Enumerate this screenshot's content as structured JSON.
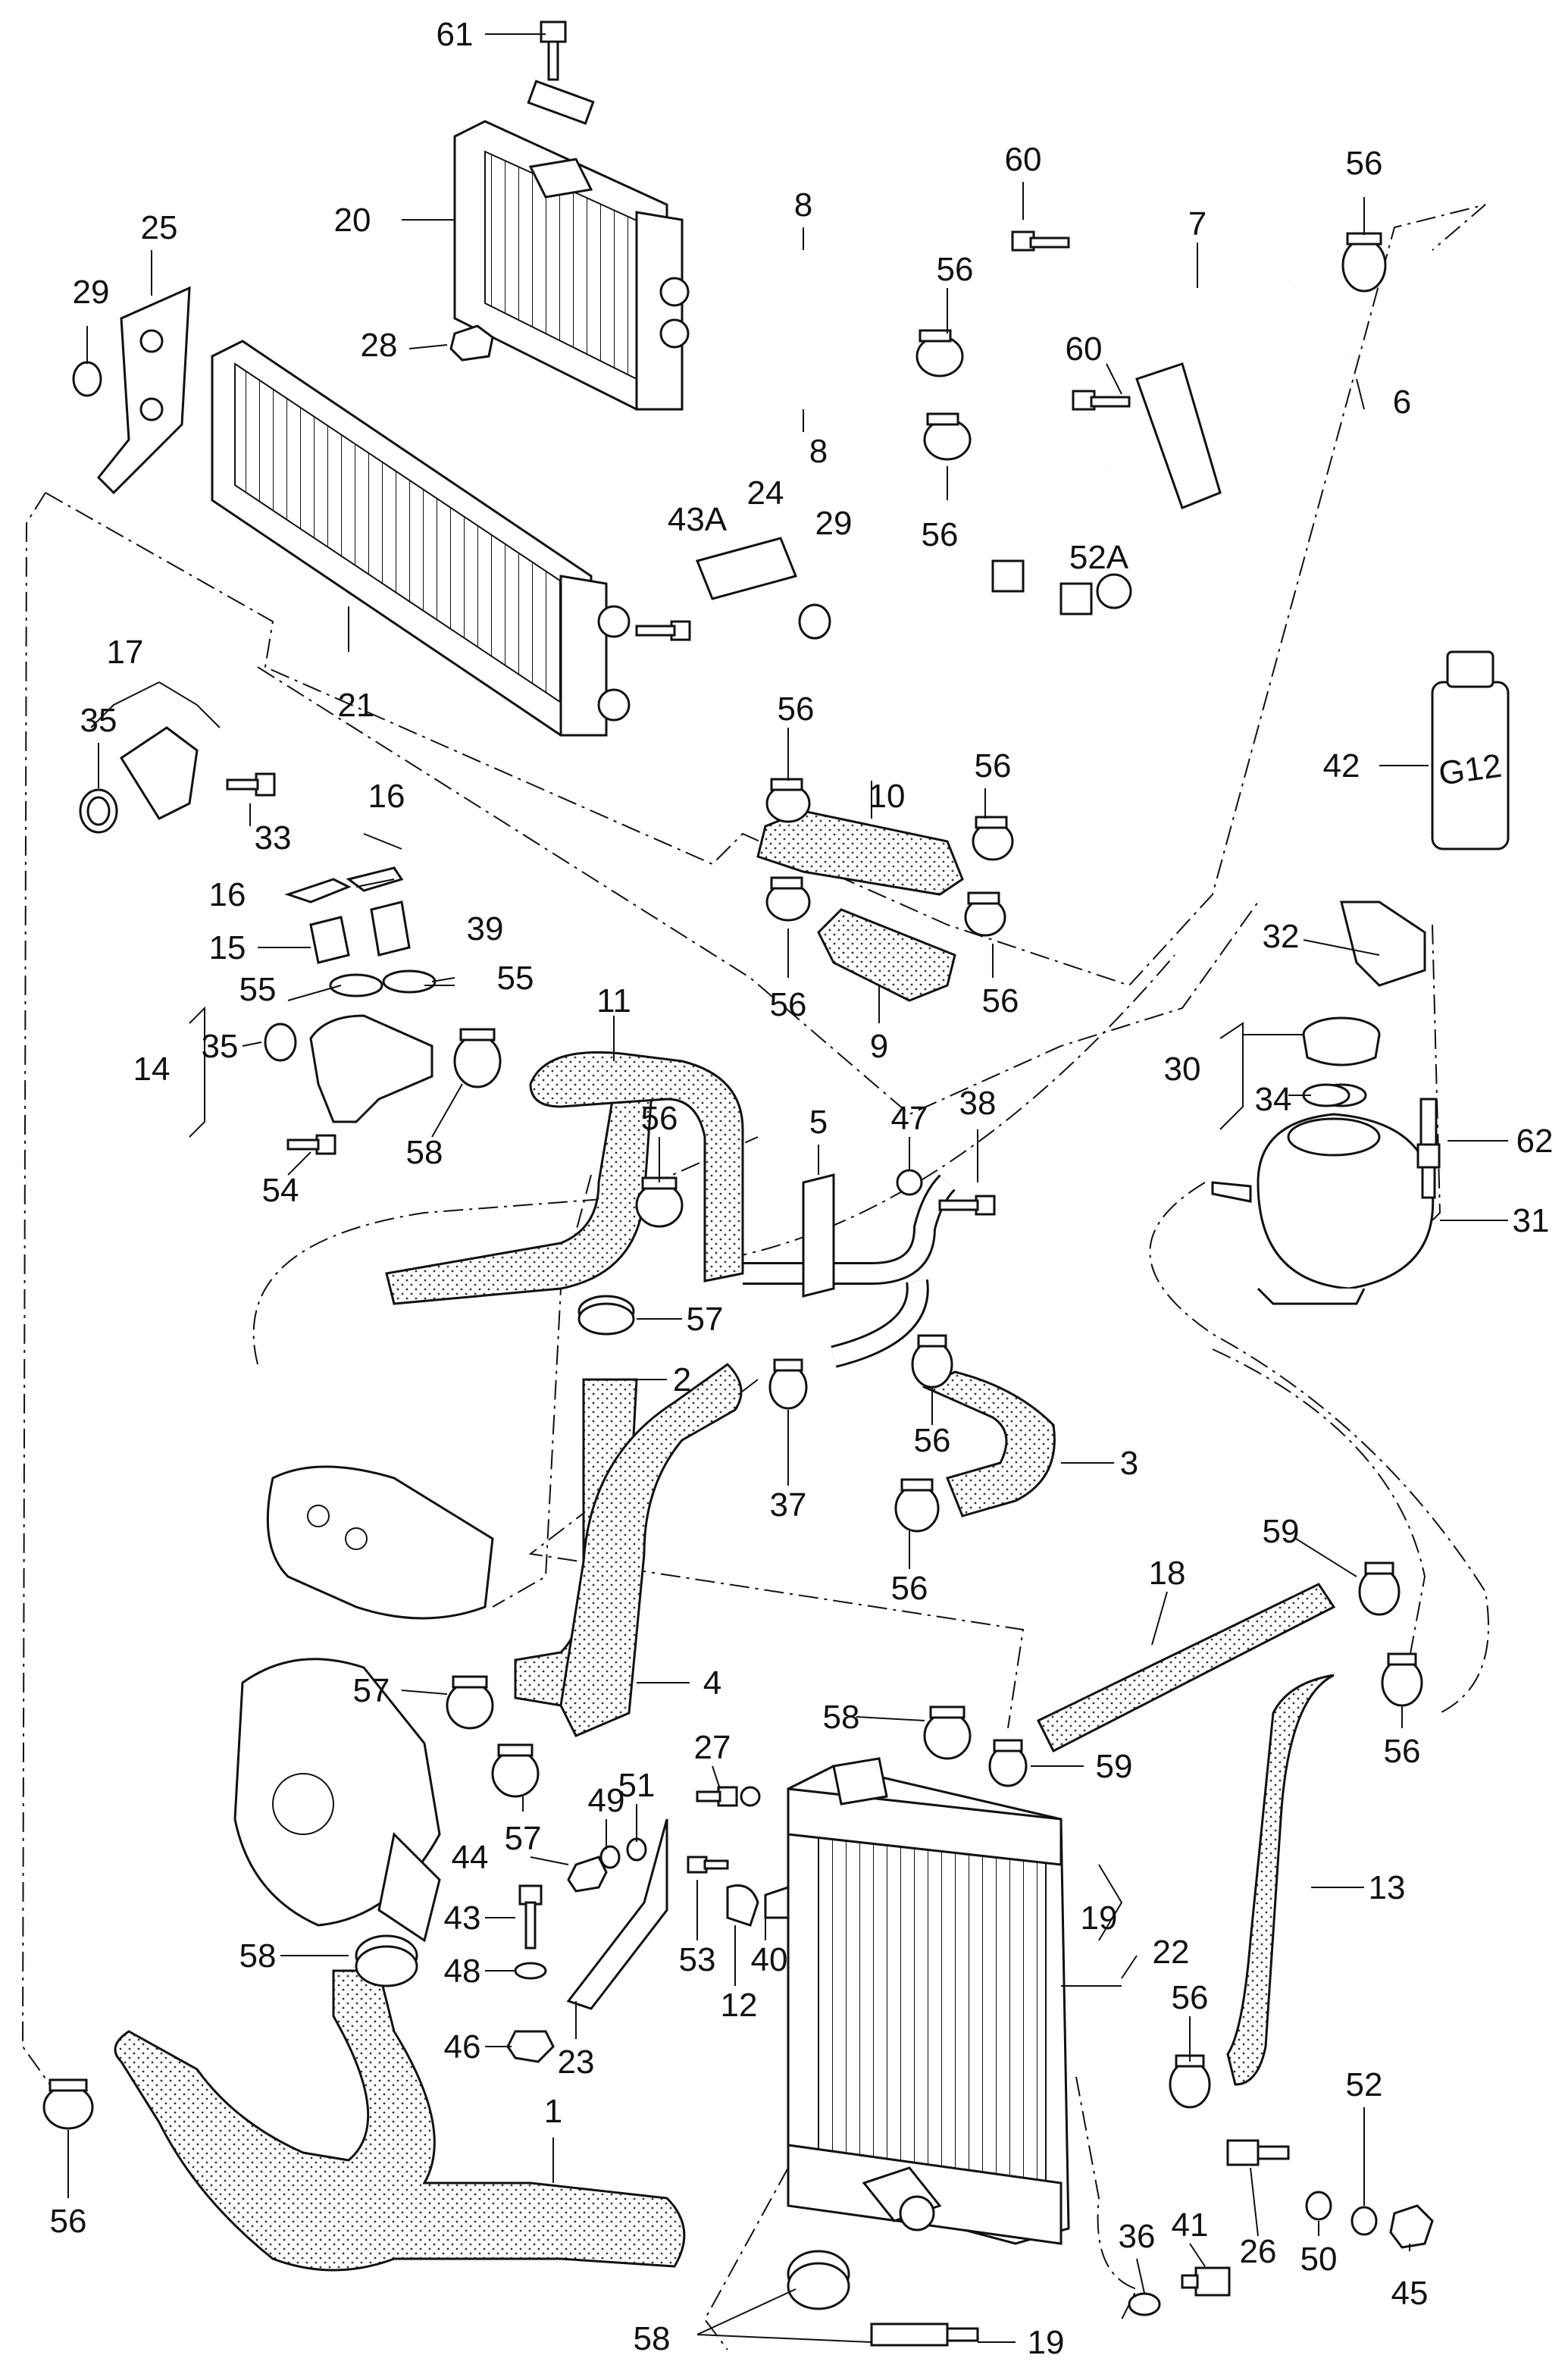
{
  "diagram": {
    "callouts": [
      {
        "id": "c61",
        "label": "61"
      },
      {
        "id": "c20",
        "label": "20"
      },
      {
        "id": "c8a",
        "label": "8"
      },
      {
        "id": "c8b",
        "label": "8"
      },
      {
        "id": "c60a",
        "label": "60"
      },
      {
        "id": "c60b",
        "label": "60"
      },
      {
        "id": "c7",
        "label": "7"
      },
      {
        "id": "c56a",
        "label": "56"
      },
      {
        "id": "c25",
        "label": "25"
      },
      {
        "id": "c29a",
        "label": "29"
      },
      {
        "id": "c28",
        "label": "28"
      },
      {
        "id": "c56b",
        "label": "56"
      },
      {
        "id": "c6",
        "label": "6"
      },
      {
        "id": "c56c",
        "label": "56"
      },
      {
        "id": "c43A",
        "label": "43A"
      },
      {
        "id": "c24",
        "label": "24"
      },
      {
        "id": "c29b",
        "label": "29"
      },
      {
        "id": "c52A",
        "label": "52A"
      },
      {
        "id": "c17",
        "label": "17"
      },
      {
        "id": "c21",
        "label": "21"
      },
      {
        "id": "c35a",
        "label": "35"
      },
      {
        "id": "c33",
        "label": "33"
      },
      {
        "id": "c42",
        "label": "42"
      },
      {
        "id": "c56d",
        "label": "56"
      },
      {
        "id": "c56e",
        "label": "56"
      },
      {
        "id": "c10",
        "label": "10"
      },
      {
        "id": "c16a",
        "label": "16"
      },
      {
        "id": "c16b",
        "label": "16"
      },
      {
        "id": "c15",
        "label": "15"
      },
      {
        "id": "c39",
        "label": "39"
      },
      {
        "id": "c55a",
        "label": "55"
      },
      {
        "id": "c55b",
        "label": "55"
      },
      {
        "id": "c56f",
        "label": "56"
      },
      {
        "id": "c56g",
        "label": "56"
      },
      {
        "id": "c9",
        "label": "9"
      },
      {
        "id": "c32",
        "label": "32"
      },
      {
        "id": "c11",
        "label": "11"
      },
      {
        "id": "c14",
        "label": "14"
      },
      {
        "id": "c35b",
        "label": "35"
      },
      {
        "id": "c58a",
        "label": "58"
      },
      {
        "id": "c54",
        "label": "54"
      },
      {
        "id": "c30",
        "label": "30"
      },
      {
        "id": "c34",
        "label": "34"
      },
      {
        "id": "c62",
        "label": "62"
      },
      {
        "id": "c5",
        "label": "5"
      },
      {
        "id": "c47",
        "label": "47"
      },
      {
        "id": "c38",
        "label": "38"
      },
      {
        "id": "c31",
        "label": "31"
      },
      {
        "id": "c56h",
        "label": "56"
      },
      {
        "id": "c57a",
        "label": "57"
      },
      {
        "id": "c2",
        "label": "2"
      },
      {
        "id": "c37",
        "label": "37"
      },
      {
        "id": "c56i",
        "label": "56"
      },
      {
        "id": "c3",
        "label": "3"
      },
      {
        "id": "c56j",
        "label": "56"
      },
      {
        "id": "c59a",
        "label": "59"
      },
      {
        "id": "c18",
        "label": "18"
      },
      {
        "id": "c57b",
        "label": "57"
      },
      {
        "id": "c4",
        "label": "4"
      },
      {
        "id": "c58b",
        "label": "58"
      },
      {
        "id": "c59b",
        "label": "59"
      },
      {
        "id": "c27",
        "label": "27"
      },
      {
        "id": "c56k",
        "label": "56"
      },
      {
        "id": "c51",
        "label": "51"
      },
      {
        "id": "c49",
        "label": "49"
      },
      {
        "id": "c57c",
        "label": "57"
      },
      {
        "id": "c44",
        "label": "44"
      },
      {
        "id": "c13",
        "label": "13"
      },
      {
        "id": "c19a",
        "label": "19"
      },
      {
        "id": "c22",
        "label": "22"
      },
      {
        "id": "c43",
        "label": "43"
      },
      {
        "id": "c58c",
        "label": "58"
      },
      {
        "id": "c48",
        "label": "48"
      },
      {
        "id": "c53",
        "label": "53"
      },
      {
        "id": "c40",
        "label": "40"
      },
      {
        "id": "c12",
        "label": "12"
      },
      {
        "id": "c56l",
        "label": "56"
      },
      {
        "id": "c46",
        "label": "46"
      },
      {
        "id": "c23",
        "label": "23"
      },
      {
        "id": "c52",
        "label": "52"
      },
      {
        "id": "c1",
        "label": "1"
      },
      {
        "id": "c56m",
        "label": "56"
      },
      {
        "id": "c36",
        "label": "36"
      },
      {
        "id": "c41",
        "label": "41"
      },
      {
        "id": "c26",
        "label": "26"
      },
      {
        "id": "c50",
        "label": "50"
      },
      {
        "id": "c45",
        "label": "45"
      },
      {
        "id": "c58d",
        "label": "58"
      },
      {
        "id": "c19b",
        "label": "19"
      }
    ],
    "bottle_label": "G12"
  }
}
